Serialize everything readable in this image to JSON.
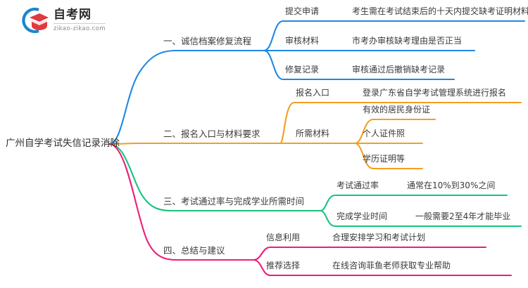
{
  "logo": {
    "cn_name": "自考网",
    "url": "zikao-zikao.com",
    "mark_icon": "graduation-cap-icon",
    "arc_color": "#1a86d0",
    "cap_color": "#e0393e"
  },
  "colors": {
    "branch1": "#1e88e5",
    "branch2": "#f0a020",
    "branch3": "#16c47f",
    "branch4": "#ec1e79",
    "text": "#3a3a3a"
  },
  "mindmap": {
    "root": "广州自学考试失信记录消除",
    "branches": [
      {
        "label": "一、诚信档案修复流程",
        "color": "#1e88e5",
        "children": [
          {
            "label": "提交申请",
            "detail": "考生需在考试结束后的十天内提交缺考证明材料"
          },
          {
            "label": "审核材料",
            "detail": "市考办审核缺考理由是否正当"
          },
          {
            "label": "修复记录",
            "detail": "审核通过后撤销缺考记录"
          }
        ]
      },
      {
        "label": "二、报名入口与材料要求",
        "color": "#f0a020",
        "children": [
          {
            "label": "报名入口",
            "detail": "登录广东省自学考试管理系统进行报名"
          },
          {
            "label": "所需材料",
            "details": [
              "有效的居民身份证",
              "个人证件照",
              "学历证明等"
            ]
          }
        ]
      },
      {
        "label": "三、考试通过率与完成学业所需时间",
        "color": "#16c47f",
        "children": [
          {
            "label": "考试通过率",
            "detail": "通常在10%到30%之间"
          },
          {
            "label": "完成学业时间",
            "detail": "一般需要2至4年才能毕业"
          }
        ]
      },
      {
        "label": "四、总结与建议",
        "color": "#ec1e79",
        "children": [
          {
            "label": "信息利用",
            "detail": "合理安排学习和考试计划"
          },
          {
            "label": "推荐选择",
            "detail": "在线咨询菲鱼老师获取专业帮助"
          }
        ]
      }
    ]
  }
}
